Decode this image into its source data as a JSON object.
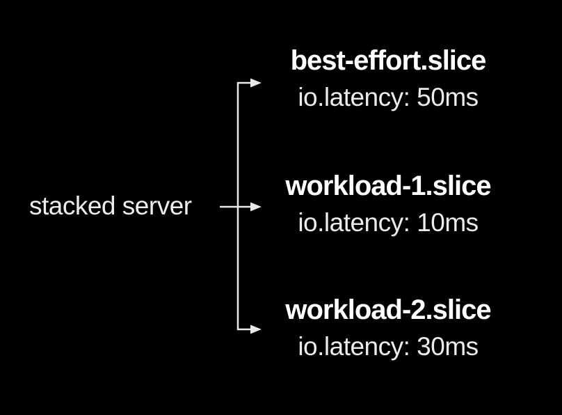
{
  "diagram": {
    "root_label": "stacked server",
    "nodes": [
      {
        "title": "best-effort.slice",
        "value": "io.latency: 50ms"
      },
      {
        "title": "workload-1.slice",
        "value": "io.latency: 10ms"
      },
      {
        "title": "workload-2.slice",
        "value": "io.latency: 30ms"
      }
    ],
    "colors": {
      "background": "#000000",
      "title_text": "#ffffff",
      "body_text": "#ececec",
      "line": "#e9e9e9"
    }
  }
}
